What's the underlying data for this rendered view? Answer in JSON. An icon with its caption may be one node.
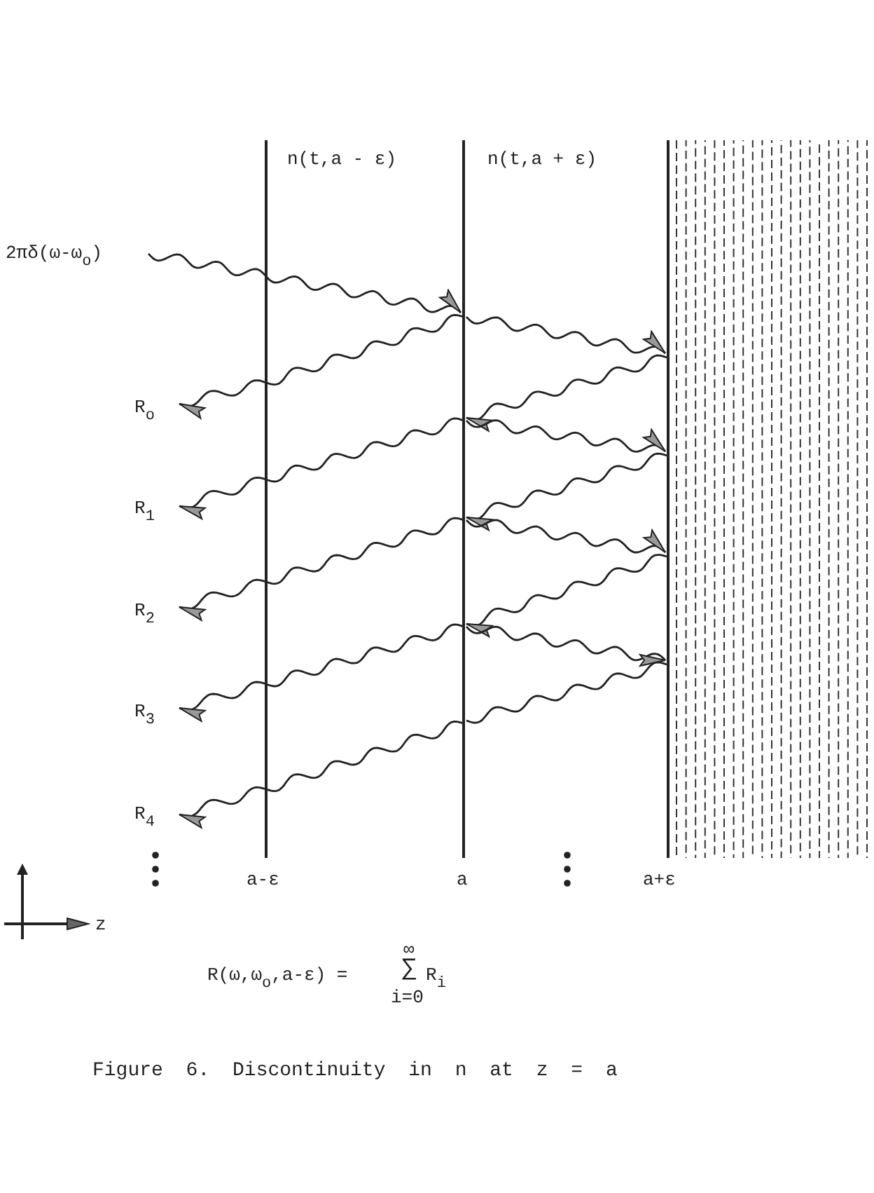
{
  "diagram": {
    "caption": "Figure 6. Discontinuity in n at z = a",
    "labels": [
      "n(t,a - ε)",
      "n(t,a + ε)",
      "2πδ(ω-ω$_{o}$)",
      "R$_{o}$",
      "R$_{1}$",
      "R$_{2}$",
      "R$_{3}$",
      "R$_{4}$",
      "a-ε",
      "a",
      "a+ε",
      "z",
      "R(ω,ω$_{o}$,a-ε) =",
      "∞",
      "∑",
      "R$_{i}$",
      "i=0"
    ]
  }
}
